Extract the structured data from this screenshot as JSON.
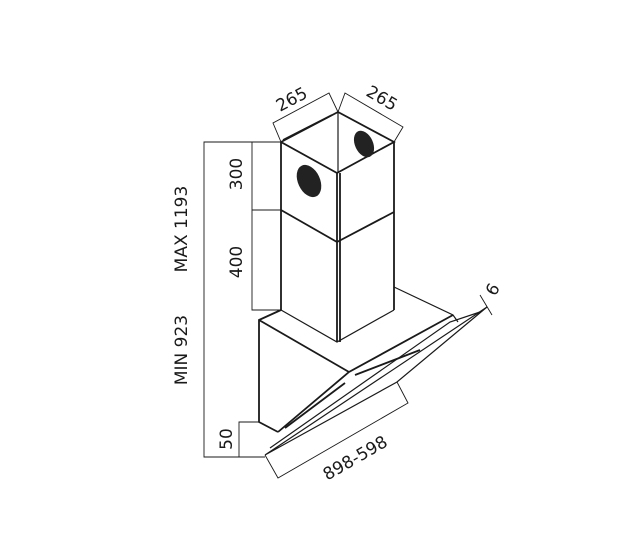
{
  "title": "Range hood dimensions drawing",
  "dimensions": {
    "duct_width_left": "265",
    "duct_width_right": "265",
    "upper_chimney": "300",
    "lower_chimney": "400",
    "max_height": "MAX 1193",
    "min_height": "MIN 923",
    "bottom_offset": "50",
    "width_range": "898-598",
    "glass_thickness": "6"
  }
}
